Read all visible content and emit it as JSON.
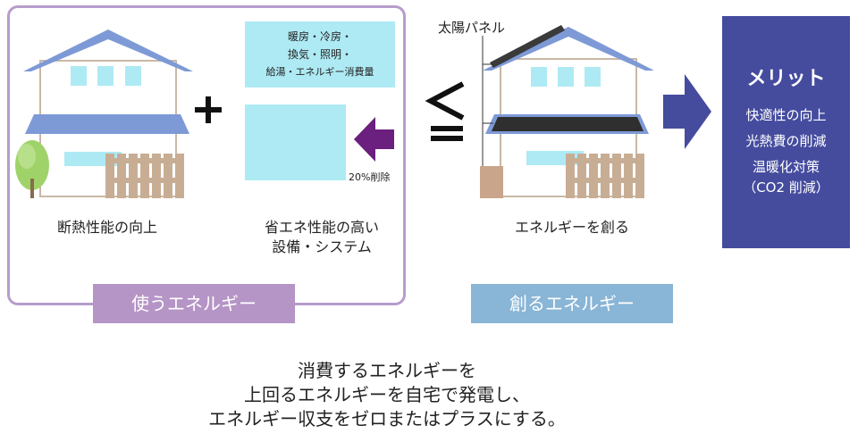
{
  "diagram": {
    "use_energy_label": "使うエネルギー",
    "create_energy_label": "創るエネルギー",
    "insulation_caption": "断熱性能の向上",
    "equipment_caption": [
      "省エネ性能の高い",
      "設備・システム"
    ],
    "create_caption": "エネルギーを創る",
    "load_items": [
      "暖房・冷房・",
      "換気・照明・",
      "給湯・エネルギー消費量"
    ],
    "reduction_label": "20%削除",
    "solar_panel_label": "太陽パネル",
    "plus_symbol": "+",
    "compare_symbol": "≦",
    "merit": {
      "title": "メリット",
      "items": [
        "快適性の向上",
        "光熱費の削減",
        "温暖化対策",
        "（CO2 削減）"
      ]
    },
    "summary": [
      "消費するエネルギーを",
      "上回るエネルギーを自宅で発電し、",
      "エネルギー収支をゼロまたはプラスにする。"
    ],
    "colors": {
      "use_frame": "#b79ccc",
      "use_tag": "#b594c6",
      "create_tag": "#89b5d6",
      "merit_box": "#454c9e",
      "arrow_right": "#454c9e",
      "arrow_reduction": "#6b1f7e",
      "light_cyan": "#aeeaf4",
      "roof": "#7e9ad6",
      "fence": "#c8ad95"
    }
  }
}
